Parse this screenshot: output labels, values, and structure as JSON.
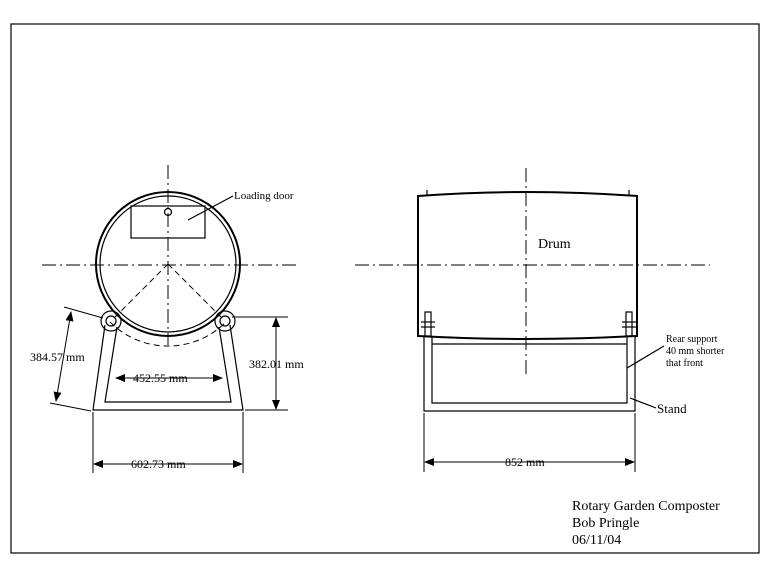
{
  "front_view": {
    "callout_loading_door": "Loading door",
    "dim_stand_height_left": "384.57 mm",
    "dim_roller_spacing": "452.55 mm",
    "dim_stand_height_right": "382.01 mm",
    "dim_base_width": "602.73 mm"
  },
  "side_view": {
    "label_drum": "Drum",
    "note_rear_support": [
      "Rear support",
      "40 mm shorter",
      "that front"
    ],
    "label_stand": "Stand",
    "dim_length": "852 mm"
  },
  "title_block": {
    "title": "Rotary Garden Composter",
    "author": "Bob Pringle",
    "date": "06/11/04"
  }
}
